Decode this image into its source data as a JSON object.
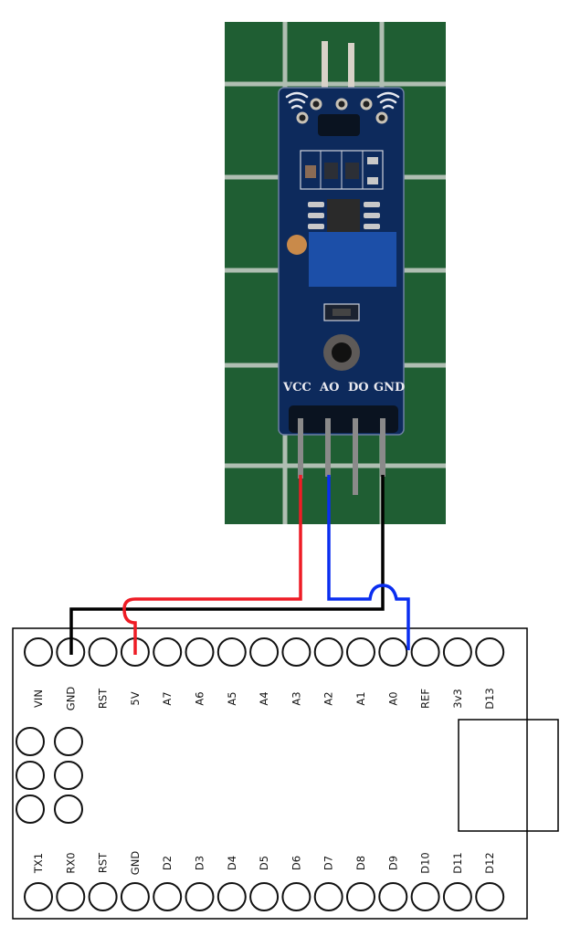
{
  "diagram": {
    "title": "Sensor module wired to Arduino Nano",
    "sensor": {
      "name": "photo sensor module",
      "pin_labels": [
        "VCC",
        "AO",
        "DO",
        "GND"
      ],
      "colors": {
        "background_grid": "#1f5e33",
        "grid_lines": "#c9cfc9",
        "pcb": "#0d2a5c",
        "potentiometer": "#1c4fa8",
        "chip": "#2a2a2a",
        "pin": "#8a8a8a"
      }
    },
    "board": {
      "name": "Arduino Nano outline",
      "top_row_labels": [
        "VIN",
        "GND",
        "RST",
        "5V",
        "A7",
        "A6",
        "A5",
        "A4",
        "A3",
        "A2",
        "A1",
        "A0",
        "REF",
        "3v3",
        "D13"
      ],
      "bottom_row_labels": [
        "TX1",
        "RX0",
        "RST",
        "GND",
        "D2",
        "D3",
        "D4",
        "D5",
        "D6",
        "D7",
        "D8",
        "D9",
        "D10",
        "D11",
        "D12"
      ],
      "icsp_holes": 6,
      "usb_connector": "usb-connector"
    },
    "wires": [
      {
        "name": "power-wire",
        "from": "VCC",
        "to": "5V",
        "color": "#ee1c25"
      },
      {
        "name": "signal-wire",
        "from": "AO",
        "to": "A0",
        "color": "#0a2ef0"
      },
      {
        "name": "ground-wire",
        "from": "GND",
        "to": "GND",
        "color": "#000000"
      }
    ]
  }
}
